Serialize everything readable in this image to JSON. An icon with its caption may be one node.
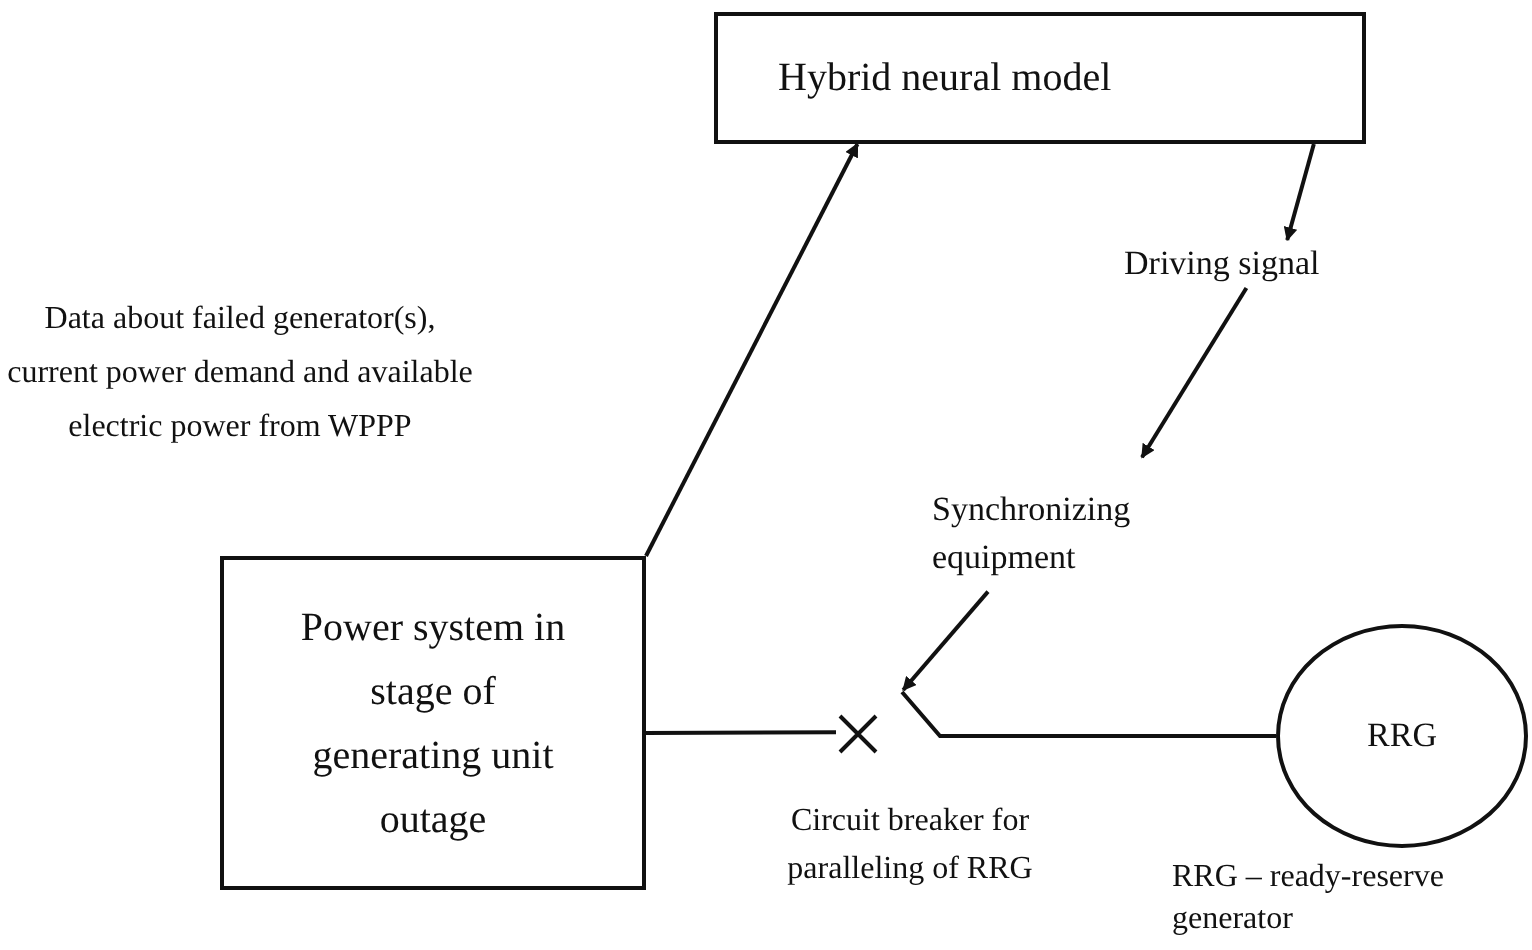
{
  "diagram": {
    "nodes": [
      {
        "text": [
          "Hybrid neural model"
        ]
      },
      {
        "text": [
          "Driving signal"
        ]
      },
      {
        "text": [
          "Synchronizing equipment"
        ]
      },
      {
        "text": [
          "Power system in stage of generating unit outage"
        ]
      },
      {
        "text": [
          "RRG"
        ],
        "beside": [
          "RRG – ready-reserve generator"
        ]
      },
      {
        "text": [],
        "shape": "cross",
        "beside": [
          "Circuit breaker for paralleling of RRG"
        ]
      }
    ],
    "edges": [
      {
        "from": 3,
        "to": 0,
        "arrow": "to"
      },
      {
        "from": 0,
        "to": 1,
        "arrow": "to"
      },
      {
        "from": 1,
        "to": 2,
        "arrow": "to"
      },
      {
        "from": 2,
        "to": 5,
        "arrow": "to"
      },
      {
        "from": 3,
        "to": 5,
        "arrow": "none"
      },
      {
        "from": 5,
        "to": 4,
        "arrow": "none"
      }
    ],
    "labels": [
      "Data about failed generator(s), current power demand and available electric power from WPPP"
    ]
  }
}
